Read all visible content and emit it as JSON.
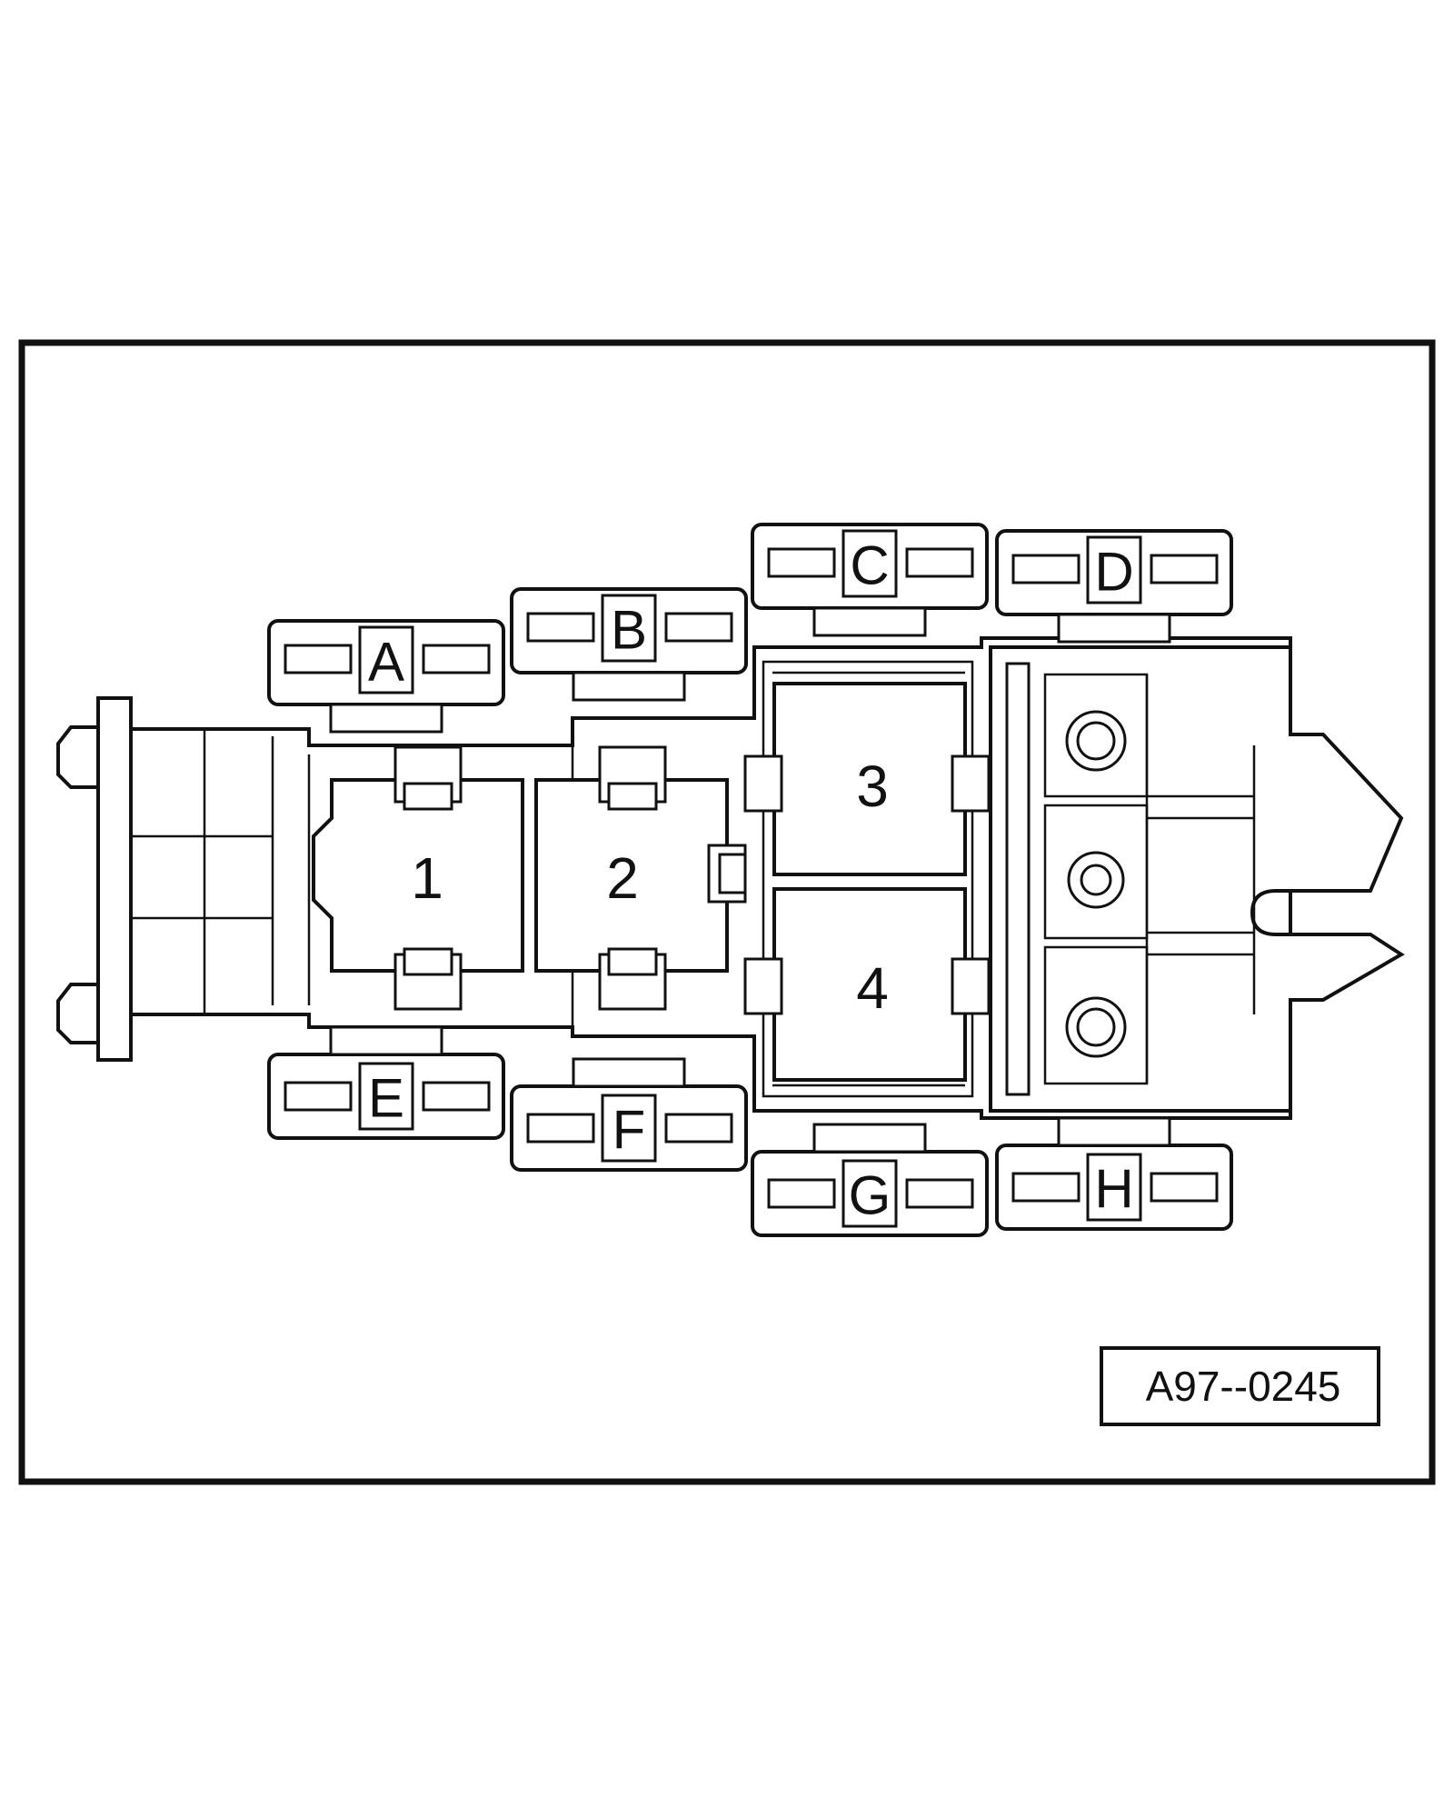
{
  "diagram": {
    "reference_code": "A97--0245",
    "relays": [
      {
        "id": "relay-1",
        "label": "1"
      },
      {
        "id": "relay-2",
        "label": "2"
      },
      {
        "id": "relay-3",
        "label": "3"
      },
      {
        "id": "relay-4",
        "label": "4"
      }
    ],
    "fuses": [
      {
        "id": "fuse-a",
        "label": "A"
      },
      {
        "id": "fuse-b",
        "label": "B"
      },
      {
        "id": "fuse-c",
        "label": "C"
      },
      {
        "id": "fuse-d",
        "label": "D"
      },
      {
        "id": "fuse-e",
        "label": "E"
      },
      {
        "id": "fuse-f",
        "label": "F"
      },
      {
        "id": "fuse-g",
        "label": "G"
      },
      {
        "id": "fuse-h",
        "label": "H"
      }
    ]
  }
}
